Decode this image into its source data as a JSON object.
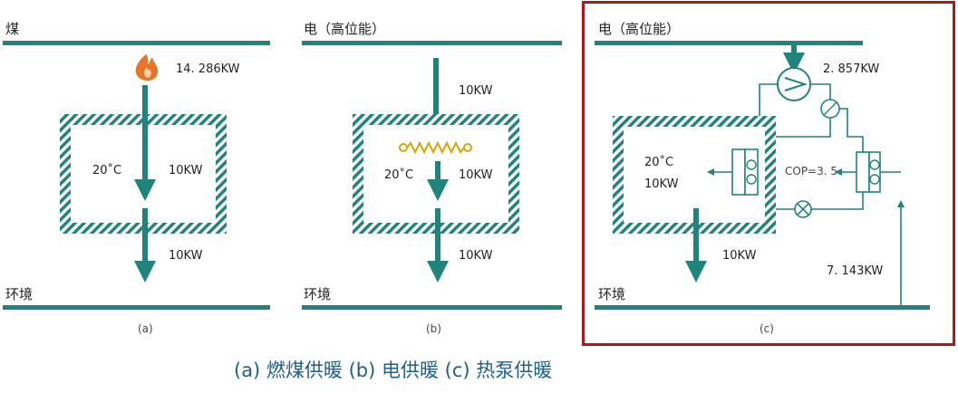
{
  "colors": {
    "teal": "#20847d",
    "flame": "#e8742a",
    "frame": "#b0161b",
    "caption": "#1f5f8c"
  },
  "panel_a": {
    "top_label": "煤",
    "input_value": "14. 286KW",
    "room_temp": "20˚C",
    "room_load": "10KW",
    "output_value": "10KW",
    "bottom_label": "环境",
    "sublabel": "(a)"
  },
  "panel_b": {
    "top_label": "电（高位能）",
    "input_value": "10KW",
    "room_temp": "20˚C",
    "room_load": "10KW",
    "output_value": "10KW",
    "bottom_label": "环境",
    "sublabel": "(b)"
  },
  "panel_c": {
    "top_label": "电（高位能）",
    "compressor_value": "2. 857KW",
    "cop": "COP=3. 5",
    "room_temp": "20˚C",
    "room_load": "10KW",
    "output_value": "10KW",
    "ambient_value": "7. 143KW",
    "bottom_label": "环境",
    "sublabel": "(c)"
  },
  "caption": "(a) 燃煤供暖 (b) 电供暖 (c) 热泵供暖"
}
